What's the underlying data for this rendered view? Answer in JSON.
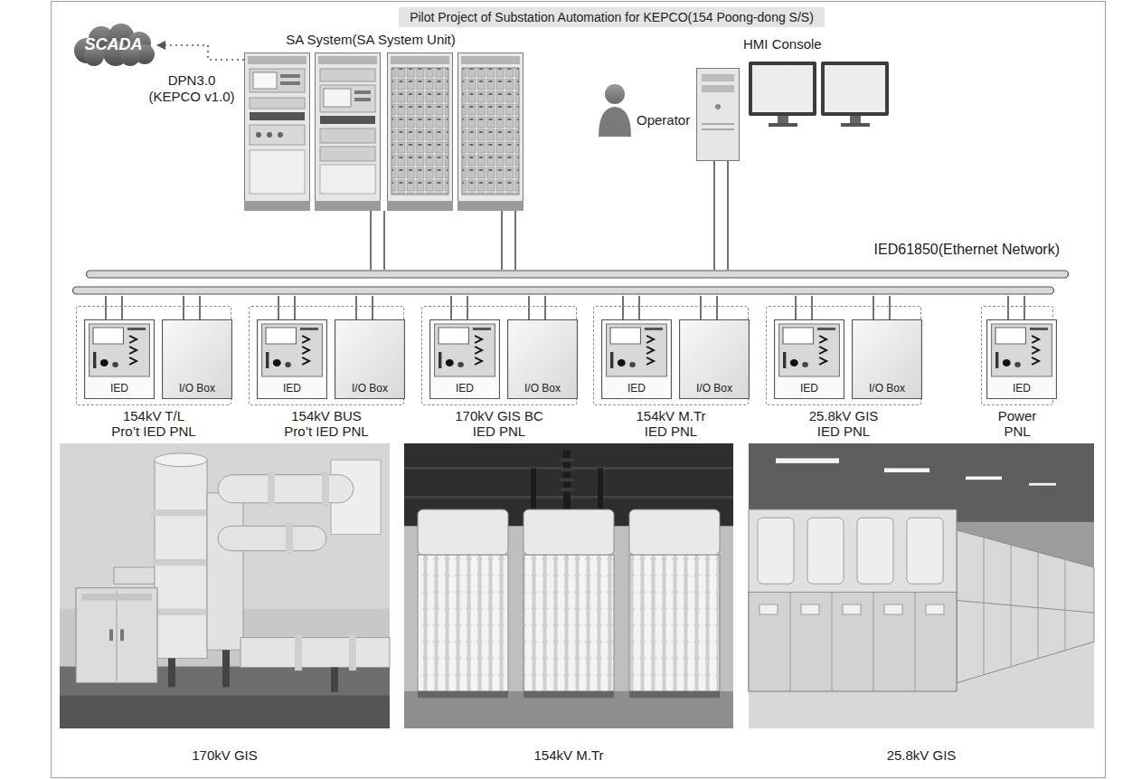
{
  "diagram": {
    "title": "Pilot Project of Substation Automation for KEPCO(154 Poong-dong S/S)",
    "nodes": [
      {
        "text": [
          "SCADA"
        ]
      },
      {
        "text": [
          "SA System(SA System Unit)"
        ]
      },
      {
        "text": [
          "Operator"
        ]
      },
      {
        "text": [
          "HMI Console"
        ]
      },
      {
        "text": [
          "IED61850(Ethernet Network)"
        ]
      },
      {
        "text": [
          "154kV T/L",
          "Pro’t IED PNL"
        ]
      },
      {
        "text": [
          "IED"
        ],
        "in": 5
      },
      {
        "text": [
          "I/O Box"
        ],
        "in": 5
      },
      {
        "text": [
          "154kV BUS",
          "Pro’t IED PNL"
        ]
      },
      {
        "text": [
          "IED"
        ],
        "in": 8
      },
      {
        "text": [
          "I/O Box"
        ],
        "in": 8
      },
      {
        "text": [
          "170kV GIS BC",
          "IED PNL"
        ]
      },
      {
        "text": [
          "IED"
        ],
        "in": 11
      },
      {
        "text": [
          "I/O Box"
        ],
        "in": 11
      },
      {
        "text": [
          "154kV M.Tr",
          "IED PNL"
        ]
      },
      {
        "text": [
          "IED"
        ],
        "in": 14
      },
      {
        "text": [
          "I/O Box"
        ],
        "in": 14
      },
      {
        "text": [
          "25.8kV GIS",
          "IED PNL"
        ]
      },
      {
        "text": [
          "IED"
        ],
        "in": 17
      },
      {
        "text": [
          "I/O Box"
        ],
        "in": 17
      },
      {
        "text": [
          "Power",
          "PNL"
        ]
      },
      {
        "text": [
          "IED"
        ],
        "in": 20
      },
      {
        "text": [
          "170kV GIS"
        ]
      },
      {
        "text": [
          "154kV M.Tr"
        ]
      },
      {
        "text": [
          "25.8kV GIS"
        ]
      }
    ],
    "edges": [
      {
        "from": 1,
        "to": 0,
        "arrow": "to"
      },
      {
        "from": 1,
        "to": 4,
        "arrow": "none"
      },
      {
        "from": 3,
        "to": 4,
        "arrow": "none"
      },
      {
        "from": 6,
        "to": 4,
        "arrow": "none"
      },
      {
        "from": 7,
        "to": 4,
        "arrow": "none"
      },
      {
        "from": 9,
        "to": 4,
        "arrow": "none"
      },
      {
        "from": 10,
        "to": 4,
        "arrow": "none"
      },
      {
        "from": 12,
        "to": 4,
        "arrow": "none"
      },
      {
        "from": 13,
        "to": 4,
        "arrow": "none"
      },
      {
        "from": 15,
        "to": 4,
        "arrow": "none"
      },
      {
        "from": 16,
        "to": 4,
        "arrow": "none"
      },
      {
        "from": 18,
        "to": 4,
        "arrow": "none"
      },
      {
        "from": 19,
        "to": 4,
        "arrow": "none"
      },
      {
        "from": 21,
        "to": 4,
        "arrow": "none"
      }
    ],
    "labels": [
      "DPN3.0 (KEPCO v1.0)"
    ]
  }
}
